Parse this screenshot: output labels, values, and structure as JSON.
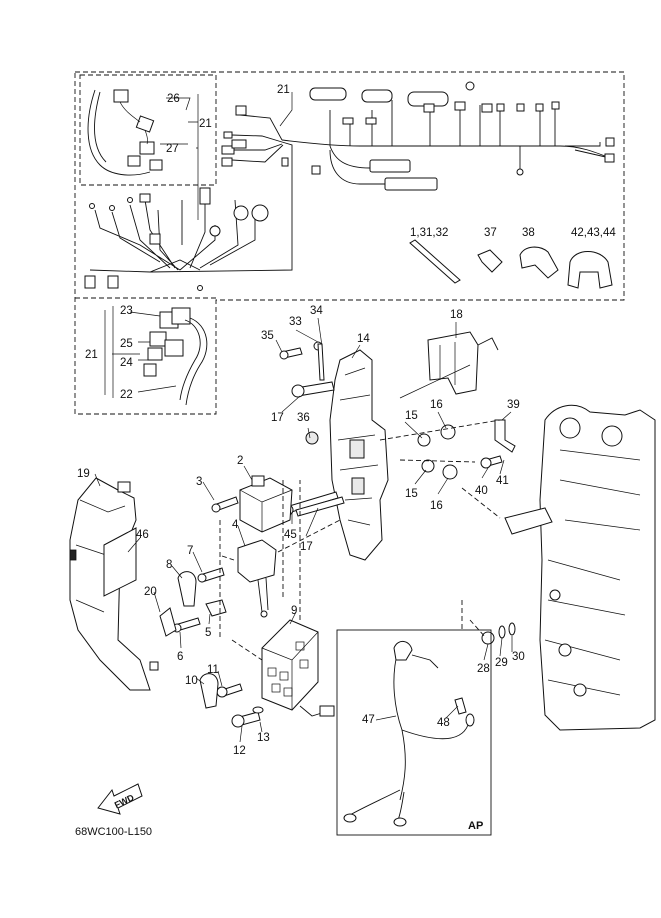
{
  "diagram": {
    "code": "68WC100-L150",
    "fwd_label": "FWD",
    "ap_label": "AP",
    "callouts": [
      {
        "id": "c21a",
        "text": "21"
      },
      {
        "id": "c26",
        "text": "26"
      },
      {
        "id": "c21b",
        "text": "21"
      },
      {
        "id": "c27",
        "text": "27"
      },
      {
        "id": "c1",
        "text": "1,31,32"
      },
      {
        "id": "c37",
        "text": "37"
      },
      {
        "id": "c38",
        "text": "38"
      },
      {
        "id": "c42",
        "text": "42,43,44"
      },
      {
        "id": "c23",
        "text": "23"
      },
      {
        "id": "c21c",
        "text": "21"
      },
      {
        "id": "c25",
        "text": "25"
      },
      {
        "id": "c24",
        "text": "24"
      },
      {
        "id": "c22",
        "text": "22"
      },
      {
        "id": "c34",
        "text": "34"
      },
      {
        "id": "c33",
        "text": "33"
      },
      {
        "id": "c35",
        "text": "35"
      },
      {
        "id": "c14",
        "text": "14"
      },
      {
        "id": "c18",
        "text": "18"
      },
      {
        "id": "c17a",
        "text": "17"
      },
      {
        "id": "c36",
        "text": "36"
      },
      {
        "id": "c15a",
        "text": "15"
      },
      {
        "id": "c16a",
        "text": "16"
      },
      {
        "id": "c39",
        "text": "39"
      },
      {
        "id": "c2",
        "text": "2"
      },
      {
        "id": "c3",
        "text": "3"
      },
      {
        "id": "c19",
        "text": "19"
      },
      {
        "id": "c15b",
        "text": "15"
      },
      {
        "id": "c16b",
        "text": "16"
      },
      {
        "id": "c40",
        "text": "40"
      },
      {
        "id": "c41",
        "text": "41"
      },
      {
        "id": "c45",
        "text": "45"
      },
      {
        "id": "c17b",
        "text": "17"
      },
      {
        "id": "c4",
        "text": "4"
      },
      {
        "id": "c46",
        "text": "46"
      },
      {
        "id": "c7",
        "text": "7"
      },
      {
        "id": "c8",
        "text": "8"
      },
      {
        "id": "c20",
        "text": "20"
      },
      {
        "id": "c5",
        "text": "5"
      },
      {
        "id": "c6",
        "text": "6"
      },
      {
        "id": "c9",
        "text": "9"
      },
      {
        "id": "c28",
        "text": "28"
      },
      {
        "id": "c29",
        "text": "29"
      },
      {
        "id": "c30",
        "text": "30"
      },
      {
        "id": "c11",
        "text": "11"
      },
      {
        "id": "c10",
        "text": "10"
      },
      {
        "id": "c47",
        "text": "47"
      },
      {
        "id": "c48",
        "text": "48"
      },
      {
        "id": "c13",
        "text": "13"
      },
      {
        "id": "c12",
        "text": "12"
      }
    ]
  }
}
